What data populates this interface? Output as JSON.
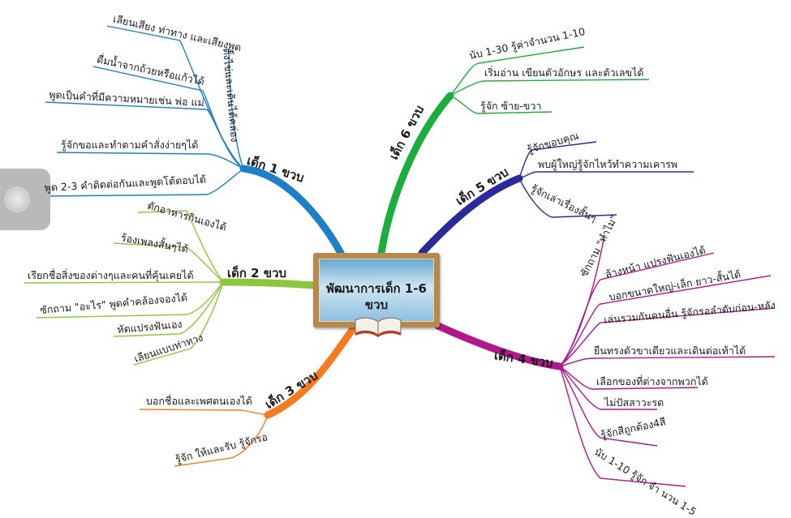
{
  "center": {
    "title": "พัฒนาการเด็ก 1-6 ขวบ"
  },
  "colors": {
    "age1": "#1e7fc7",
    "age2": "#8cc63f",
    "age3": "#f47b20",
    "age4": "#b0188c",
    "age5": "#2a2a9a",
    "age6": "#1aae3c"
  },
  "branches": {
    "age1": {
      "label": "เด็ก 1 ขวบ",
      "items": [
        "เลียนเสียง ท่าทาง และเสียงพูด",
        "ดื่มน้ำจากถ้วยหรือแก้วได้",
        "พูดเป็นคำที่มีความหมายเช่น พ่อ แม่",
        "รู้จักขอและทำตามคำสั่งง่ายๆได้",
        "พูด 2-3 คำติดต่อกันและพูดโต้ตอบได้",
        "ตั้งไข่และเดินได้คล่อง"
      ]
    },
    "age2": {
      "label": "เด็ก 2 ขวบ",
      "items": [
        "ตักอาหารกินเองได้",
        "ร้องเพลงสั้นๆได้",
        "เรียกชื่อสิ่งของต่างๆและคนที่คุ้นเคยได้",
        "ซักถาม \"อะไร\"  พูดคำคล้องจองได้",
        "หัดแปรงฟันเอง",
        "เลียนแบบท่าทาง"
      ]
    },
    "age3": {
      "label": "เด็ก 3 ขวบ",
      "items": [
        "บอกชื่อและเพศตนเองได้",
        "รู้จัก ให้และรับ  รู้จักรอ"
      ]
    },
    "age4": {
      "label": "เด็ก 4 ขวบ",
      "items": [
        "ซักถาม  \"ทำไม\"",
        "ล้างหน้า แปรงฟันเองได้",
        "บอกขนาดใหญ่-เล็ก  ยาว-สั้นได้",
        "เล่นรวมกันคนอื่น รู้จักรอลำดับก่อน-หลัง",
        "ยืนทรงตัวขาเดียวและเดินต่อเท้าได้",
        "เลือกของที่ต่างจากพวกได้",
        "ไม่ปัสสาวะรด",
        "รู้จักสีถูกต้อง4สี",
        "นับ 1-10 รู้จัก จำ นวน 1-5"
      ]
    },
    "age5": {
      "label": "เด็ก 5 ขวบ",
      "items": [
        "รู้จักขอบคุณ",
        "พบผู้ใหญ่รู้จักไหว้ทำความเคารพ",
        "รู้จักเล่าเรื่องสั้นๆ"
      ]
    },
    "age6": {
      "label": "เด็ก 6 ขวบ",
      "items": [
        "นับ 1-30 รู้ค่าจำนวน 1-10",
        "เริ่มอ่าน เขียนตัวอักษร และตัวเลขได้",
        "รู้จัก ซ้าย-ขวา"
      ]
    }
  }
}
